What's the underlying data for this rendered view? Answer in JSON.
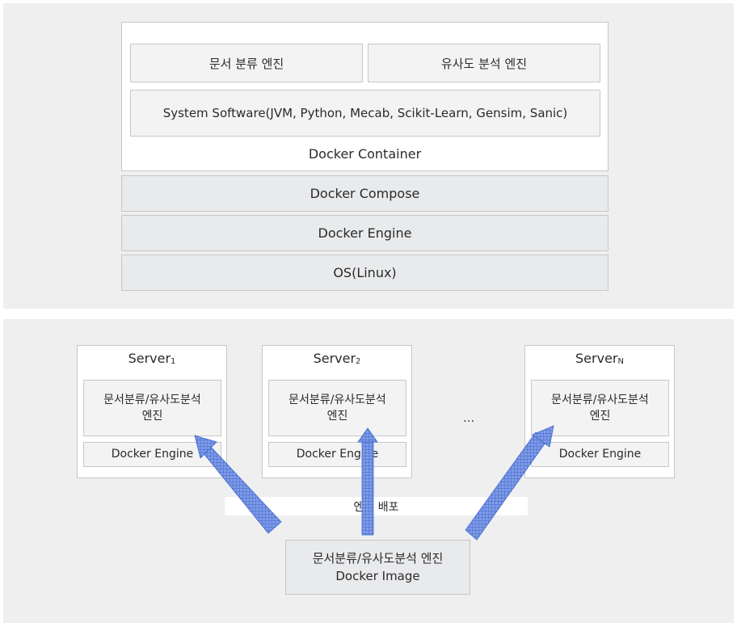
{
  "top": {
    "engine_left": "문서 분류 엔진",
    "engine_right": "유사도 분석 엔진",
    "system_software": "System Software(JVM, Python, Mecab, Scikit-Learn, Gensim, Sanic)",
    "container_label": "Docker Container",
    "compose_label": "Docker Compose",
    "engine_label": "Docker Engine",
    "os_label": "OS(Linux)"
  },
  "bottom": {
    "servers": [
      {
        "name": "Server",
        "sub": "1",
        "engine_line1": "문서분류/유사도분석",
        "engine_line2": "엔진",
        "docker_engine": "Docker Engine"
      },
      {
        "name": "Server",
        "sub": "2",
        "engine_line1": "문서분류/유사도분석",
        "engine_line2": "엔진",
        "docker_engine": "Docker Engine"
      },
      {
        "name": "Server",
        "sub": "N",
        "engine_line1": "문서분류/유사도분석",
        "engine_line2": "엔진",
        "docker_engine": "Docker Engine"
      }
    ],
    "ellipsis": "...",
    "deploy_label": "엔진 배포",
    "image_line1": "문서분류/유사도분석 엔진",
    "image_line2": "Docker Image"
  },
  "colors": {
    "arrow_fill": "#7f9be6",
    "arrow_grid": "#3f66cc"
  }
}
